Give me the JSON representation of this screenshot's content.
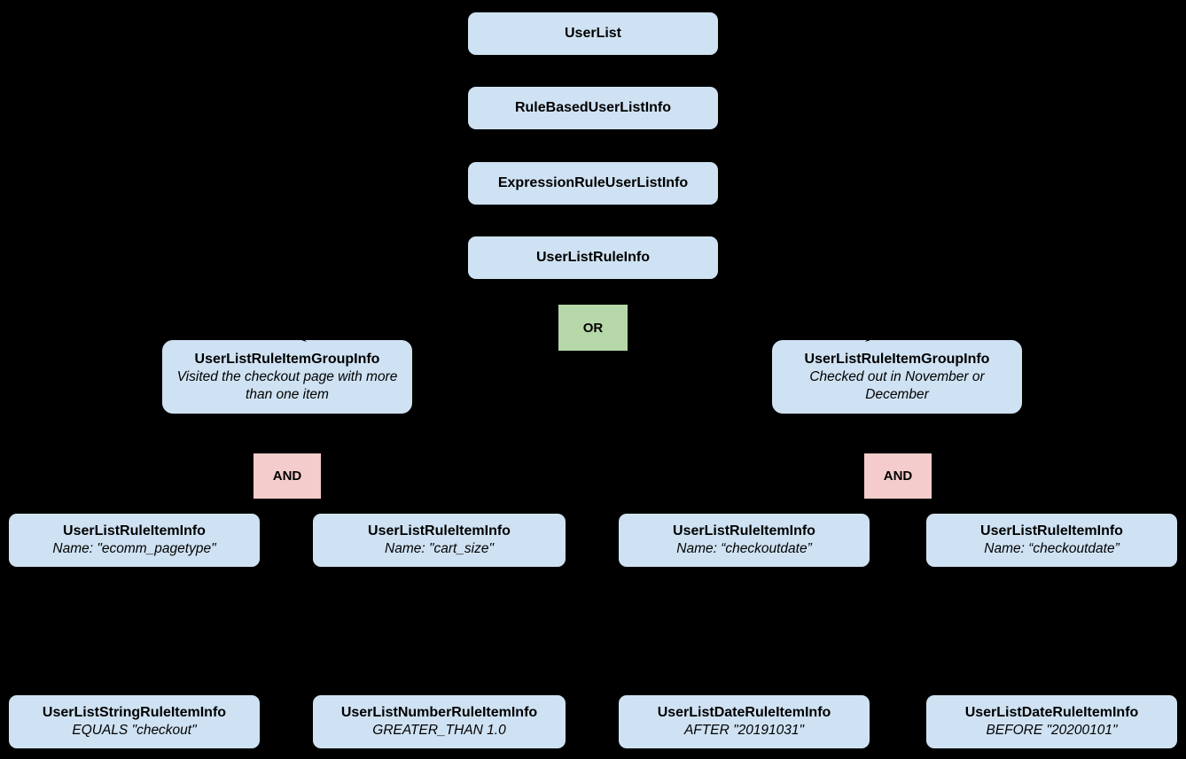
{
  "colors": {
    "background": "#000000",
    "node_fill": "#cfe2f3",
    "or_fill": "#b6d7a8",
    "and_fill": "#f4cccc",
    "text": "#000000"
  },
  "chain": [
    {
      "label": "UserList"
    },
    {
      "label": "RuleBasedUserListInfo"
    },
    {
      "label": "ExpressionRuleUserListInfo"
    },
    {
      "label": "UserListRuleInfo"
    }
  ],
  "or_operator": {
    "label": "OR"
  },
  "groups": [
    {
      "title": "UserListRuleItemGroupInfo",
      "description": "Visited the checkout page with more than one item",
      "operator": "AND"
    },
    {
      "title": "UserListRuleItemGroupInfo",
      "description": "Checked out in November or December",
      "operator": "AND"
    }
  ],
  "rule_items": [
    {
      "title": "UserListRuleItemInfo",
      "description": "Name: \"ecomm_pagetype\""
    },
    {
      "title": "UserListRuleItemInfo",
      "description": "Name: \"cart_size\""
    },
    {
      "title": "UserListRuleItemInfo",
      "description": "Name: “checkoutdate”"
    },
    {
      "title": "UserListRuleItemInfo",
      "description": "Name: “checkoutdate”"
    }
  ],
  "leaf_items": [
    {
      "title": "UserListStringRuleItemInfo",
      "description": "EQUALS \"checkout\""
    },
    {
      "title": "UserListNumberRuleItemInfo",
      "description": "GREATER_THAN 1.0"
    },
    {
      "title": "UserListDateRuleItemInfo",
      "description": "AFTER \"20191031\""
    },
    {
      "title": "UserListDateRuleItemInfo",
      "description": "BEFORE \"20200101\""
    }
  ]
}
